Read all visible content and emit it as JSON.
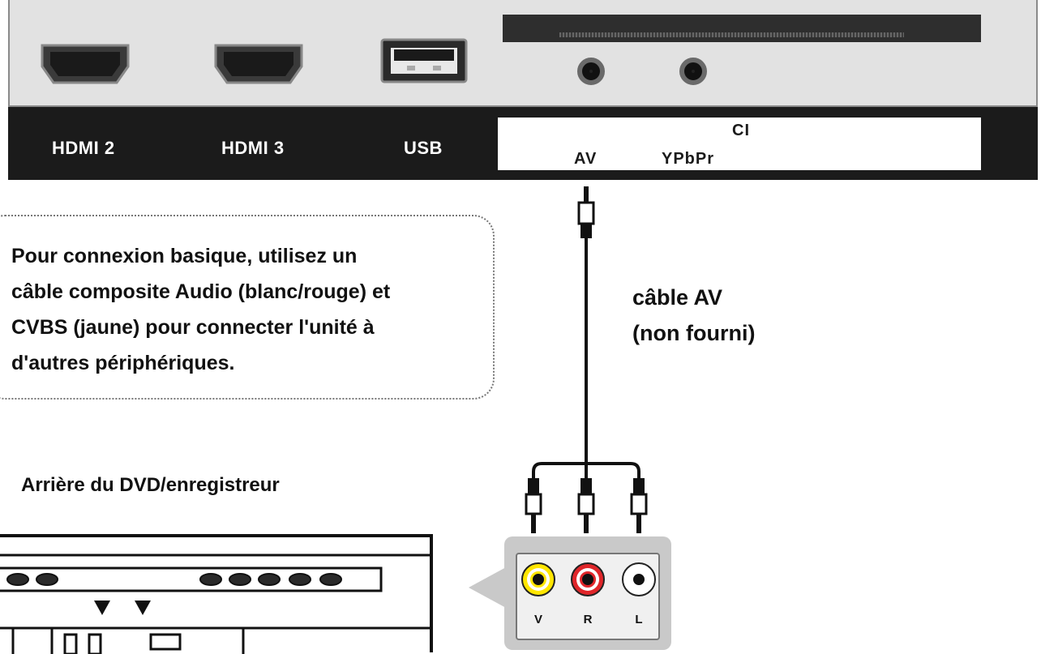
{
  "tv_ports": {
    "hdmi2_label": "HDMI 2",
    "hdmi3_label": "HDMI 3",
    "usb_label": "USB",
    "ci_label": "CI",
    "av_label": "AV",
    "ypbpr_label": "YPbPr"
  },
  "callout": {
    "line1": "Pour connexion basique, utilisez un",
    "line2": "câble composite Audio (blanc/rouge) et",
    "line3": "CVBS (jaune) pour connecter l'unité à",
    "line4": "d'autres périphériques."
  },
  "cable": {
    "line1": "câble AV",
    "line2": "(non fourni)"
  },
  "dvd": {
    "title": "Arrière du DVD/enregistreur"
  },
  "av_jacks": [
    {
      "letter": "V",
      "color": "#ffe600"
    },
    {
      "letter": "R",
      "color": "#e0262a"
    },
    {
      "letter": "L",
      "color": "#ffffff"
    }
  ]
}
